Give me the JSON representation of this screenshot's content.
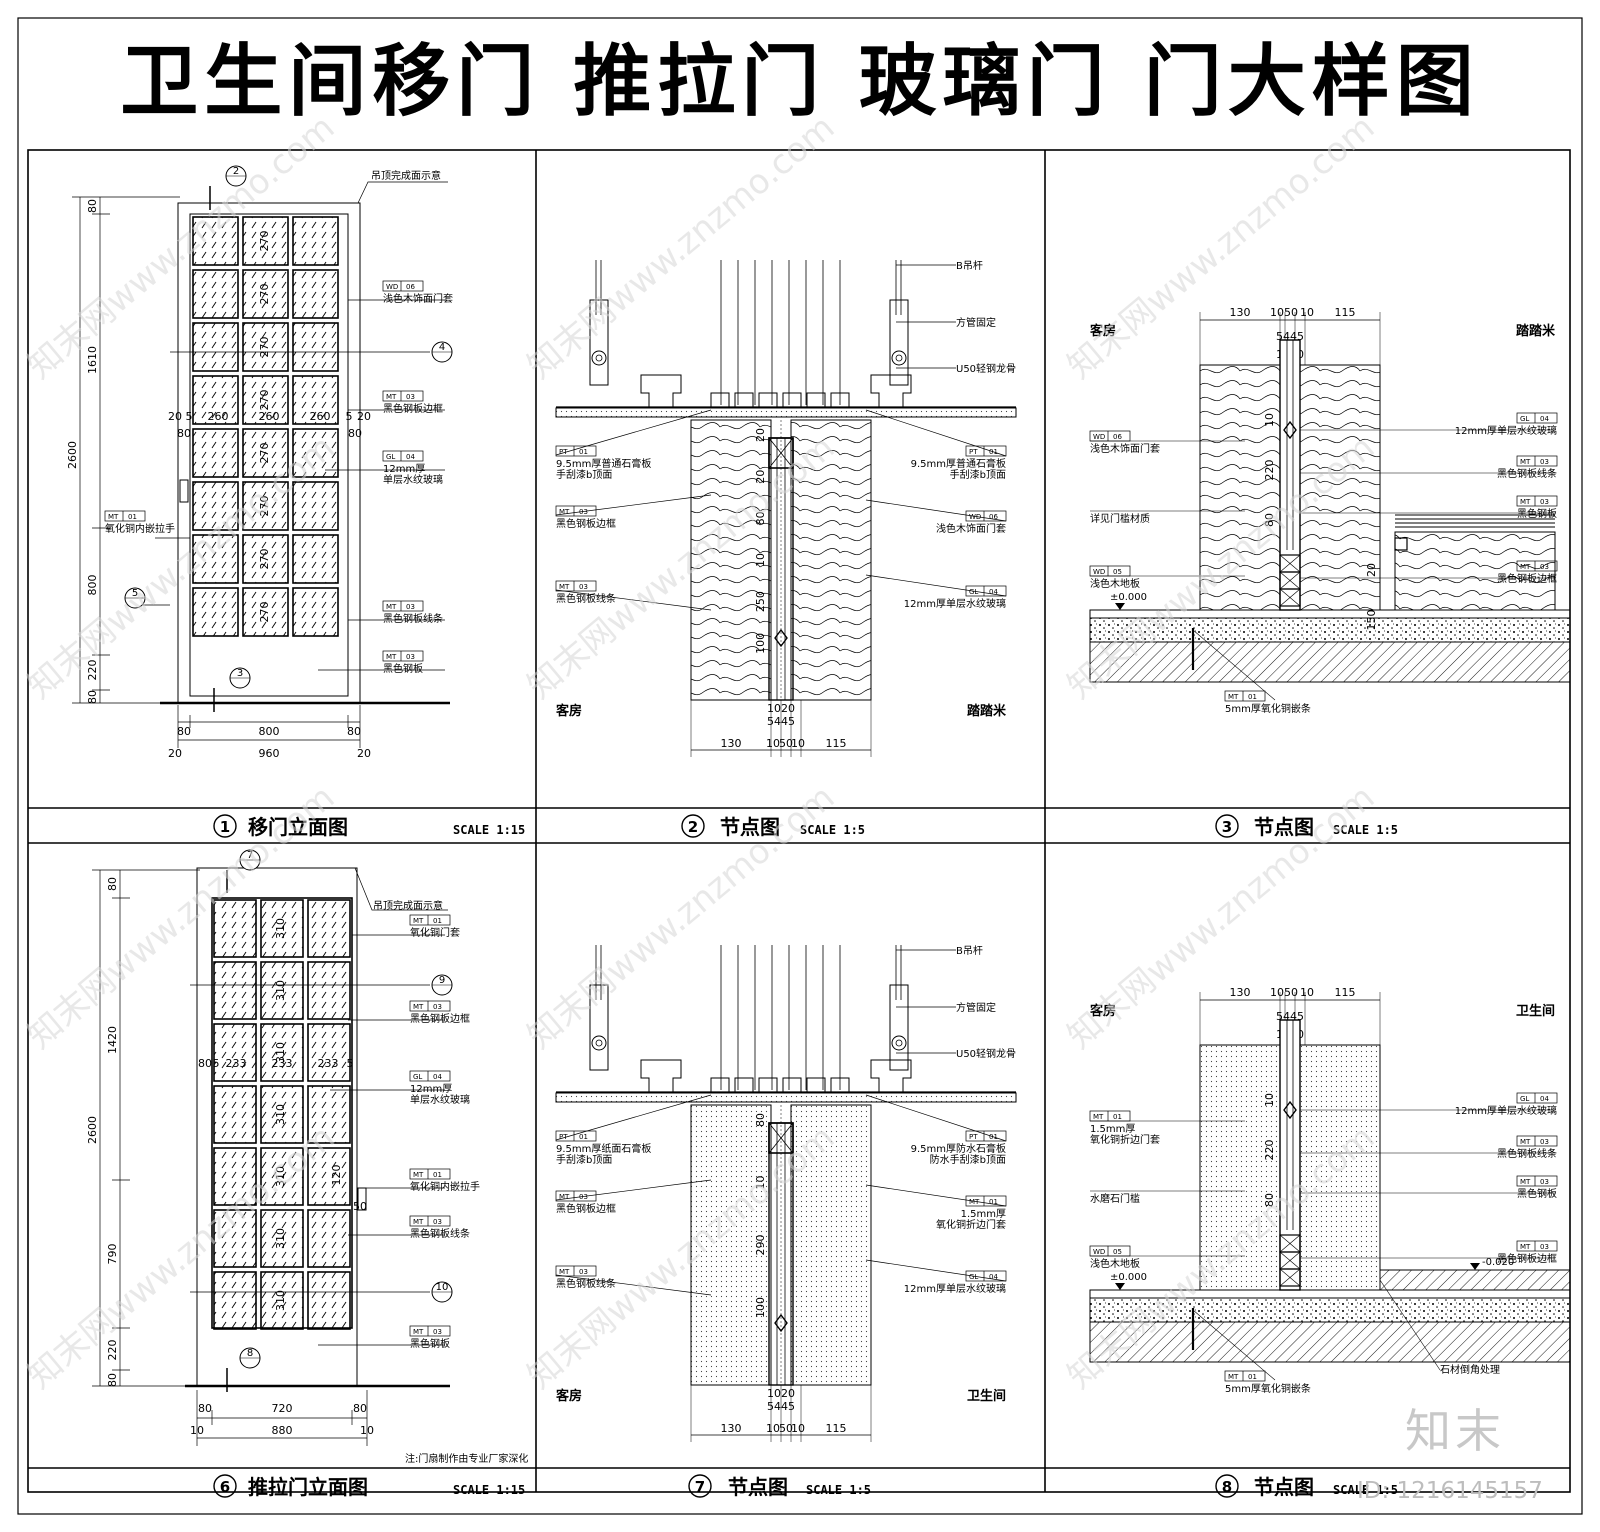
{
  "title": "卫生间移门 推拉门 玻璃门 门大样图",
  "panels": [
    {
      "num": "1",
      "name": "移门立面图",
      "scale": "SCALE 1:15"
    },
    {
      "num": "2",
      "name": "节点图",
      "scale": "SCALE 1:5"
    },
    {
      "num": "3",
      "name": "节点图",
      "scale": "SCALE 1:5"
    },
    {
      "num": "6",
      "name": "推拉门立面图",
      "scale": "SCALE 1:15"
    },
    {
      "num": "7",
      "name": "节点图",
      "scale": "SCALE 1:5"
    },
    {
      "num": "8",
      "name": "节点图",
      "scale": "SCALE 1:5"
    }
  ],
  "p1": {
    "ceiling_note": "吊顶完成面示意",
    "tags": [
      {
        "code": "WD",
        "no": "06",
        "text": "浅色木饰面门套"
      },
      {
        "code": "MT",
        "no": "03",
        "text": "黑色钢板边框"
      },
      {
        "code": "GL",
        "no": "04",
        "text": "12mm厚",
        "text2": "单层水纹玻璃"
      },
      {
        "code": "MT",
        "no": "01",
        "text": "氧化铜内嵌拉手"
      },
      {
        "code": "MT",
        "no": "03",
        "text": "黑色钢板线条"
      },
      {
        "code": "MT",
        "no": "03",
        "text": "黑色钢板"
      }
    ],
    "callouts": [
      "2",
      "4",
      "5",
      "3"
    ],
    "vdims": [
      "80",
      "1610",
      "800",
      "220",
      "80"
    ],
    "vtotal": "2600",
    "hdims": [
      "80",
      "800",
      "80"
    ],
    "htotal": [
      "20",
      "960",
      "20"
    ],
    "rowdims": [
      "20",
      "5",
      "260",
      "260",
      "260",
      "5",
      "20"
    ],
    "cell": "270",
    "side80": [
      "80",
      "80"
    ]
  },
  "p2": {
    "labels": [
      "B吊杆",
      "方管固定",
      "U50轻钢龙骨"
    ],
    "left_tags": [
      {
        "code": "PT",
        "no": "01",
        "text": "9.5mm厚普通石膏板",
        "text2": "手刮漆b顶面"
      },
      {
        "code": "MT",
        "no": "03",
        "text": "黑色钢板边框"
      },
      {
        "code": "MT",
        "no": "03",
        "text": "黑色钢板线条"
      }
    ],
    "right_tags": [
      {
        "code": "PT",
        "no": "01",
        "text": "9.5mm厚普通石膏板",
        "text2": "手刮漆b顶面"
      },
      {
        "code": "WD",
        "no": "06",
        "text": "浅色木饰面门套"
      },
      {
        "code": "GL",
        "no": "04",
        "text": "12mm厚单层水纹玻璃"
      }
    ],
    "rooms": [
      "客房",
      "踏踏米"
    ],
    "vdims": [
      "20",
      "20",
      "80",
      "10",
      "250",
      "100"
    ],
    "bdims": [
      "130",
      "10",
      "50",
      "10",
      "115"
    ],
    "smalldims": [
      "10",
      "20",
      "5",
      "4",
      "4",
      "5"
    ]
  },
  "p3": {
    "rooms": [
      "客房",
      "踏踏米"
    ],
    "tdims": [
      "130",
      "10",
      "50",
      "10",
      "115"
    ],
    "smalldims": [
      "5",
      "4",
      "4",
      "5",
      "10",
      "20"
    ],
    "right_tags": [
      {
        "code": "GL",
        "no": "04",
        "text": "12mm厚单层水纹玻璃"
      },
      {
        "code": "MT",
        "no": "03",
        "text": "黑色钢板线条"
      },
      {
        "code": "MT",
        "no": "03",
        "text": "黑色钢板"
      },
      {
        "code": "MT",
        "no": "03",
        "text": "黑色钢板边框"
      }
    ],
    "left_tags": [
      {
        "code": "WD",
        "no": "06",
        "text": "浅色木饰面门套"
      },
      {
        "code": "",
        "no": "",
        "text": "详见门槛材质"
      },
      {
        "code": "WD",
        "no": "05",
        "text": "浅色木地板"
      }
    ],
    "level": "±0.000",
    "bottom_tag": {
      "code": "MT",
      "no": "01",
      "text": "5mm厚氧化铜嵌条"
    },
    "vdims": [
      "10",
      "220",
      "80",
      "20",
      "150"
    ]
  },
  "p6": {
    "ceiling_note": "吊顶完成面示意",
    "tags": [
      {
        "code": "MT",
        "no": "01",
        "text": "氧化铜门套"
      },
      {
        "code": "MT",
        "no": "03",
        "text": "黑色钢板边框"
      },
      {
        "code": "GL",
        "no": "04",
        "text": "12mm厚",
        "text2": "单层水纹玻璃"
      },
      {
        "code": "MT",
        "no": "01",
        "text": "氧化铜内嵌拉手"
      },
      {
        "code": "MT",
        "no": "03",
        "text": "黑色钢板线条"
      },
      {
        "code": "MT",
        "no": "03",
        "text": "黑色钢板"
      }
    ],
    "callouts": [
      "7",
      "9",
      "10",
      "8"
    ],
    "vdims": [
      "80",
      "1420",
      "790",
      "220",
      "80"
    ],
    "vtotal": "2600",
    "hdims": [
      "80",
      "720",
      "80"
    ],
    "htotal": [
      "10",
      "880",
      "10"
    ],
    "rowdims": [
      "80",
      "5",
      "233",
      "233",
      "233",
      "5"
    ],
    "cell": "310",
    "handle": [
      "120",
      "50"
    ],
    "note": "注:门扇制作由专业厂家深化"
  },
  "p7": {
    "labels": [
      "B吊杆",
      "方管固定",
      "U50轻钢龙骨"
    ],
    "left_tags": [
      {
        "code": "PT",
        "no": "01",
        "text": "9.5mm厚纸面石膏板",
        "text2": "手刮漆b顶面"
      },
      {
        "code": "MT",
        "no": "03",
        "text": "黑色钢板边框"
      },
      {
        "code": "MT",
        "no": "03",
        "text": "黑色钢板线条"
      }
    ],
    "right_tags": [
      {
        "code": "PT",
        "no": "01",
        "text": "9.5mm厚防水石膏板",
        "text2": "防水手刮漆b顶面"
      },
      {
        "code": "MT",
        "no": "01",
        "text": "1.5mm厚",
        "text2": "氧化铜折边门套"
      },
      {
        "code": "GL",
        "no": "04",
        "text": "12mm厚单层水纹玻璃"
      }
    ],
    "rooms": [
      "客房",
      "卫生间"
    ],
    "vdims": [
      "80",
      "10",
      "290",
      "100"
    ],
    "bdims": [
      "130",
      "10",
      "50",
      "10",
      "115"
    ],
    "smalldims": [
      "10",
      "20",
      "5",
      "4",
      "4",
      "5"
    ]
  },
  "p8": {
    "rooms": [
      "客房",
      "卫生间"
    ],
    "tdims": [
      "130",
      "10",
      "50",
      "10",
      "115"
    ],
    "smalldims": [
      "5",
      "4",
      "4",
      "5",
      "10",
      "20"
    ],
    "left_tags": [
      {
        "code": "MT",
        "no": "01",
        "text": "1.5mm厚",
        "text2": "氧化铜折边门套"
      },
      {
        "code": "",
        "no": "",
        "text": "水磨石门槛"
      },
      {
        "code": "WD",
        "no": "05",
        "text": "浅色木地板"
      }
    ],
    "right_tags": [
      {
        "code": "GL",
        "no": "04",
        "text": "12mm厚单层水纹玻璃"
      },
      {
        "code": "MT",
        "no": "03",
        "text": "黑色钢板线条"
      },
      {
        "code": "MT",
        "no": "03",
        "text": "黑色钢板"
      },
      {
        "code": "MT",
        "no": "03",
        "text": "黑色钢板边框"
      }
    ],
    "levels": [
      "±0.000",
      "-0.020"
    ],
    "bottom_tag": {
      "code": "MT",
      "no": "01",
      "text": "5mm厚氧化铜嵌条"
    },
    "stone_note": "石材倒角处理",
    "vdims": [
      "10",
      "220",
      "80"
    ]
  },
  "watermark": "知末网www.znzmo.com",
  "logo": "知末",
  "image_id": "ID: 1216145157"
}
